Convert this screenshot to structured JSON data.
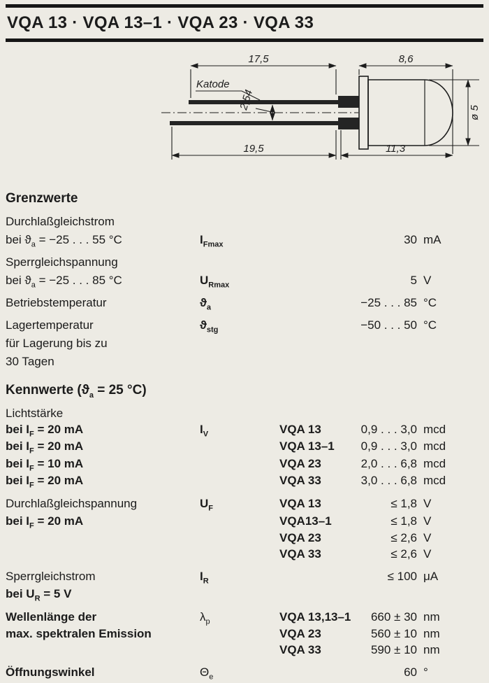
{
  "header": {
    "title": "VQA 13 · VQA 13–1 · VQA 23 · VQA 33"
  },
  "drawing": {
    "labels": {
      "lead_top_length": "17,5",
      "body_top_length": "8,6",
      "cathode": "Katode",
      "lead_pitch": "2,54",
      "lead_bottom_length": "19,5",
      "body_bottom_length": "11,3",
      "diameter": "ø 5"
    }
  },
  "grenzwerte": {
    "heading": "Grenzwerte",
    "rows": [
      {
        "name": "Durchlaßgleichstrom",
        "cond_pre": "bei ϑ",
        "cond_sub": "a",
        "cond_post": " = −25 . . . 55 °C",
        "symbol": "I",
        "symbol_sub": "Fmax",
        "value": "30",
        "unit": "mA"
      },
      {
        "name": "Sperrgleichspannung",
        "cond_pre": "bei ϑ",
        "cond_sub": "a",
        "cond_post": " = −25 . . . 85 °C",
        "symbol": "U",
        "symbol_sub": "Rmax",
        "value": "5",
        "unit": "V"
      },
      {
        "name": "Betriebstemperatur",
        "symbol": "ϑ",
        "symbol_sub": "a",
        "value": "−25 . . . 85",
        "unit": "°C"
      },
      {
        "name": "Lagertemperatur",
        "symbol": "ϑ",
        "symbol_sub": "stg",
        "value": "−50 . . . 50",
        "unit": "°C",
        "note1": "für Lagerung bis zu",
        "note2": "30 Tagen"
      }
    ]
  },
  "kennwerte": {
    "heading_main": "Kennwerte",
    "heading_pre": " (ϑ",
    "heading_sub": "a",
    "heading_post": " = 25 °C)",
    "lichtstaerke": {
      "name": "Lichtstärke",
      "symbol": "I",
      "symbol_sub": "V",
      "rows": [
        {
          "cond_pre": "bei I",
          "cond_sub": "F",
          "cond_post": " = 20 mA",
          "type": "VQA 13",
          "value": "0,9 . . . 3,0",
          "unit": "mcd"
        },
        {
          "cond_pre": "bei I",
          "cond_sub": "F",
          "cond_post": " = 20 mA",
          "type": "VQA 13–1",
          "value": "0,9 . . . 3,0",
          "unit": "mcd"
        },
        {
          "cond_pre": "bei I",
          "cond_sub": "F",
          "cond_post": " = 10 mA",
          "type": "VQA 23",
          "value": "2,0 . . . 6,8",
          "unit": "mcd"
        },
        {
          "cond_pre": "bei I",
          "cond_sub": "F",
          "cond_post": " = 20 mA",
          "type": "VQA 33",
          "value": "3,0 . . . 6,8",
          "unit": "mcd"
        }
      ]
    },
    "durchlassspannung": {
      "name": "Durchlaßgleichspannung",
      "cond_pre": "bei I",
      "cond_sub": "F",
      "cond_post": " = 20 mA",
      "symbol": "U",
      "symbol_sub": "F",
      "rows": [
        {
          "type": "VQA 13",
          "value": "≤ 1,8",
          "unit": "V"
        },
        {
          "type": "VQA13–1",
          "value": "≤ 1,8",
          "unit": "V"
        },
        {
          "type": "VQA 23",
          "value": "≤ 2,6",
          "unit": "V"
        },
        {
          "type": "VQA 33",
          "value": "≤ 2,6",
          "unit": "V"
        }
      ]
    },
    "sperrstrom": {
      "name": "Sperrgleichstrom",
      "cond_pre": "bei U",
      "cond_sub": "R",
      "cond_post": " = 5 V",
      "symbol": "I",
      "symbol_sub": "R",
      "value": "≤ 100",
      "unit": "μA"
    },
    "wellenlaenge": {
      "name_line1": "Wellenlänge der",
      "name_line2": "max. spektralen Emission",
      "symbol": "λ",
      "symbol_sub": "p",
      "rows": [
        {
          "type": "VQA 13,13–1",
          "value": "660 ± 30",
          "unit": "nm"
        },
        {
          "type": "VQA 23",
          "value": "560 ± 10",
          "unit": "nm"
        },
        {
          "type": "VQA 33",
          "value": "590 ± 10",
          "unit": "nm"
        }
      ]
    },
    "oeffnungswinkel": {
      "name": "Öffnungswinkel",
      "symbol": "Θ",
      "symbol_sub": "e",
      "value": "60",
      "unit": "°"
    }
  }
}
